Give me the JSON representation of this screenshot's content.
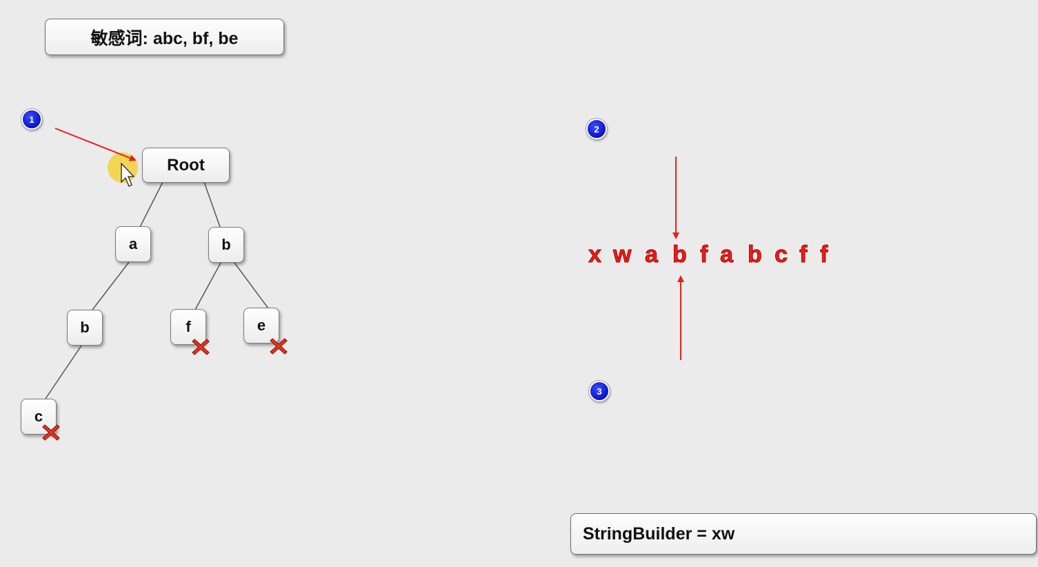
{
  "sensitive_words_label": "敏感词: abc, bf, be",
  "tree": {
    "root": "Root",
    "level1": [
      "a",
      "b"
    ],
    "level2": [
      "b",
      "f",
      "e"
    ],
    "level3": [
      "c"
    ]
  },
  "badges": [
    "1",
    "2",
    "3"
  ],
  "input_letters": [
    "x",
    "w",
    "a",
    "b",
    "f",
    "a",
    "b",
    "c",
    "f",
    "f"
  ],
  "string_builder": "StringBuilder = xw",
  "colors": {
    "pointer_arrow": "#e8201a",
    "badge": "#0a12c8",
    "cursor_highlight": "#f2d23a"
  }
}
